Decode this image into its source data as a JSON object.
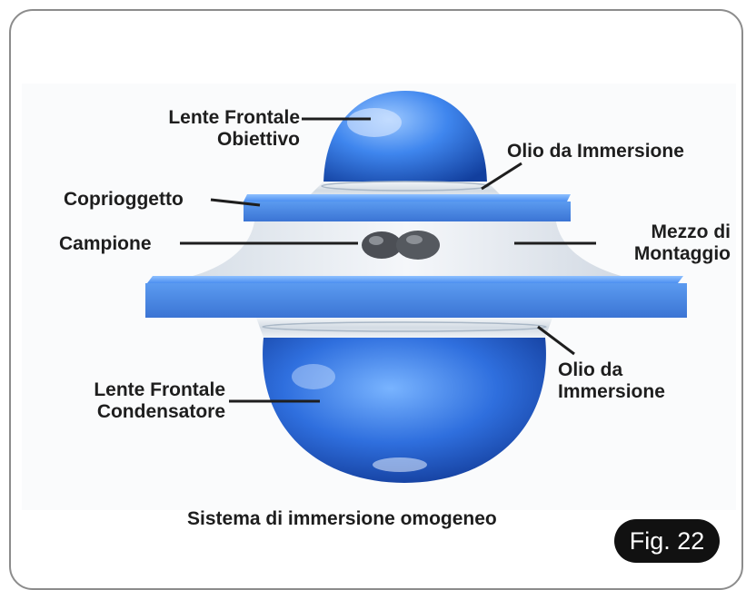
{
  "labels": {
    "objective_lens": [
      "Lente Frontale",
      "Obiettivo"
    ],
    "immersion_oil_top": "Olio da Immersione",
    "coverslip": "Coprioggetto",
    "sample": "Campione",
    "mounting_medium": [
      "Mezzo di",
      "Montaggio"
    ],
    "condenser_lens": [
      "Lente Frontale",
      "Condensatore"
    ],
    "immersion_oil_bottom": [
      "Olio da",
      "Immersione"
    ]
  },
  "caption": "Sistema di immersione omogeneo",
  "figure_label": "Fig. 22",
  "colors": {
    "glass_blue": "#3a7fe6",
    "slide_blue": "#5b9bf0",
    "frame": "#8c8c8c",
    "text": "#1e1e1e"
  }
}
